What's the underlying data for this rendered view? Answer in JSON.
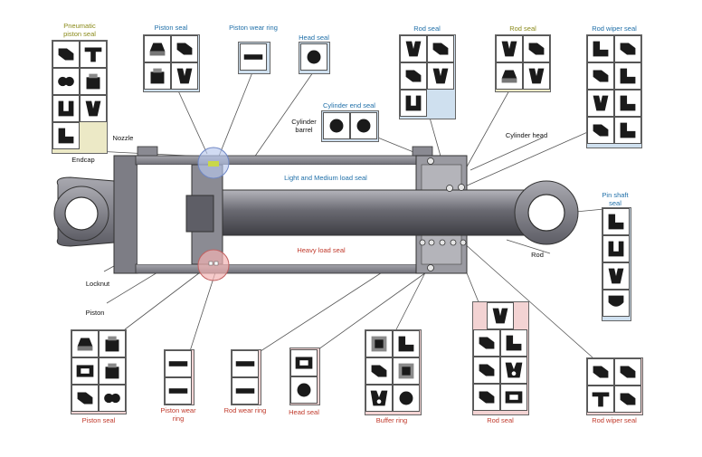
{
  "labels": {
    "pneumatic_piston_seal": "Pneumatic piston seal",
    "piston_seal_top": "Piston seal",
    "piston_wear_ring_top": "Piston wear ring",
    "head_seal_top": "Head seal",
    "cylinder_end_seal": "Cylinder end seal",
    "cylinder_barrel": "Cylinder barrel",
    "rod_seal_top_blue": "Rod seal",
    "rod_seal_top_yellow": "Rod seal",
    "rod_wiper_seal_top": "Rod wiper seal",
    "cylinder_head": "Cylinder head",
    "nozzle": "Nozzle",
    "endcap": "Endcap",
    "light_medium_load_seal": "Light and Medium load seal",
    "heavy_load_seal": "Heavy load seal",
    "pin_shaft_seal": "Pin shaft seal",
    "rod": "Rod",
    "locknut": "Locknut",
    "piston": "Piston",
    "piston_seal_bottom": "Piston seal",
    "piston_wear_ring_bottom": "Piston wear ring",
    "rod_wear_ring_bottom": "Rod wear ring",
    "head_seal_bottom": "Head seal",
    "buffer_ring": "Buffer ring",
    "rod_seal_bottom": "Rod seal",
    "rod_wiper_seal_bottom": "Rod wiper seal"
  },
  "colors": {
    "blue_text": "#1f6fa8",
    "red_text": "#c0392b",
    "olive_text": "#8a8a1a",
    "blue_panel": "#cfe0ef",
    "red_panel": "#f3d3d3",
    "yellow_panel": "#ece9c6",
    "cylinder_body": "#8e8e95",
    "rod": "#6d6d75"
  }
}
